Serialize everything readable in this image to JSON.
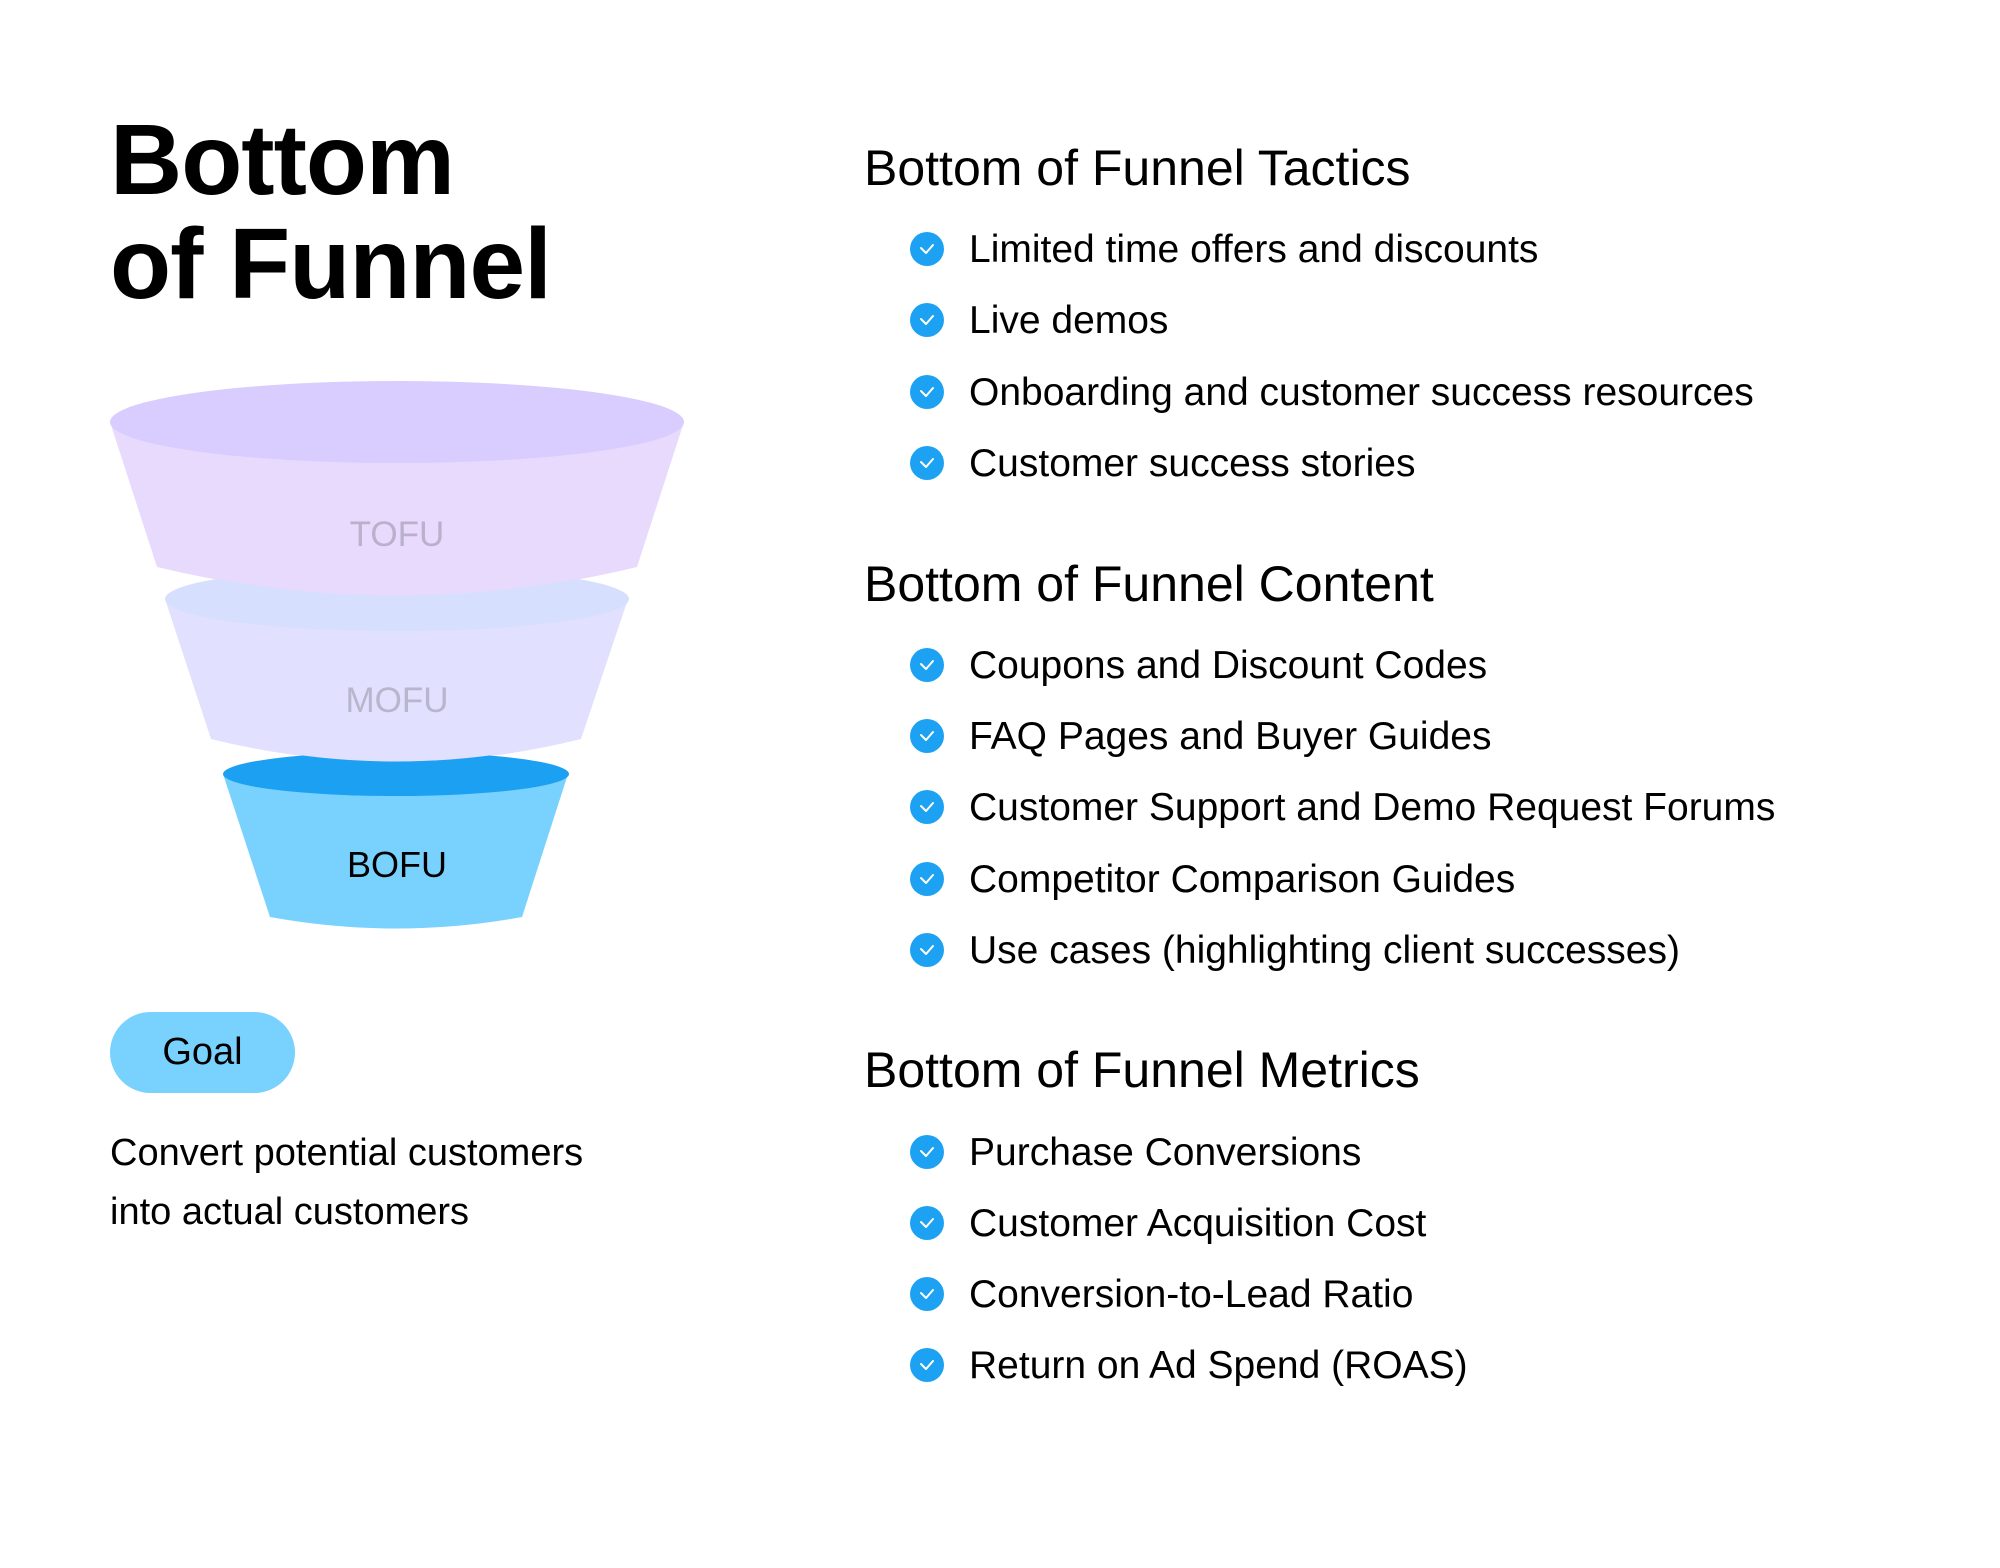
{
  "title": {
    "line1": "Bottom",
    "line2": "of Funnel"
  },
  "funnel": {
    "stages": [
      {
        "label": "TOFU",
        "top_color": "#d9ccfe",
        "body_color": "#e8dafd",
        "label_color": "#b9b0cc"
      },
      {
        "label": "MOFU",
        "top_color": "#d6dffd",
        "body_color": "#e1e0fe",
        "label_color": "#b8b6cc"
      },
      {
        "label": "BOFU",
        "top_color": "#1ba0f2",
        "body_color": "#79d1fe",
        "label_color": "#000000"
      }
    ],
    "highlighted": "BOFU"
  },
  "goal": {
    "badge_label": "Goal",
    "badge_color": "#79d1fe",
    "description_line1": "Convert potential customers",
    "description_line2": "into actual customers"
  },
  "check_icon_color": "#1da1f2",
  "sections": [
    {
      "heading": "Bottom of Funnel Tactics",
      "items": [
        "Limited time offers and discounts",
        "Live demos",
        "Onboarding and customer success resources",
        "Customer success stories"
      ]
    },
    {
      "heading": "Bottom of Funnel Content",
      "items": [
        "Coupons and Discount Codes",
        "FAQ Pages and Buyer Guides",
        "Customer Support and Demo Request Forums",
        "Competitor Comparison Guides",
        "Use cases (highlighting client successes)"
      ]
    },
    {
      "heading": "Bottom of Funnel Metrics",
      "items": [
        "Purchase Conversions",
        "Customer Acquisition Cost",
        "Conversion-to-Lead Ratio",
        "Return on Ad Spend (ROAS)"
      ]
    }
  ]
}
